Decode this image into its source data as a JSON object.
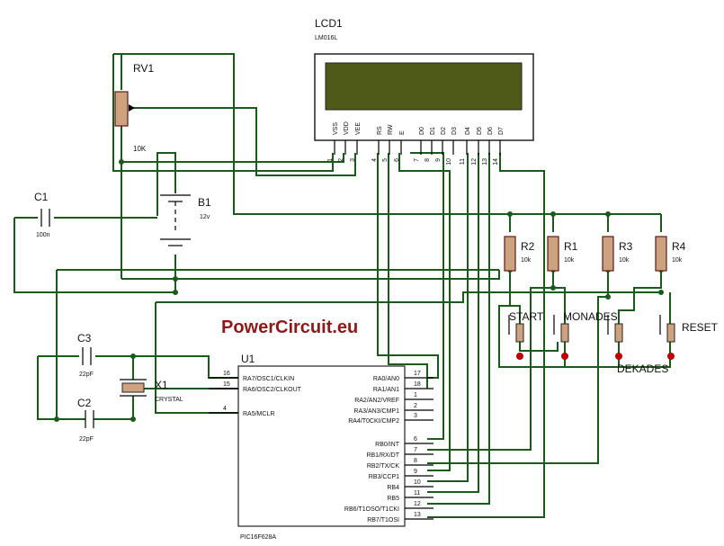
{
  "brand": "PowerCircuit.eu",
  "lcd": {
    "ref": "LCD1",
    "model": "LM016L",
    "pins": [
      {
        "name": "VSS",
        "num": "1"
      },
      {
        "name": "VDD",
        "num": "2"
      },
      {
        "name": "VEE",
        "num": "3"
      },
      {
        "name": "RS",
        "num": "4"
      },
      {
        "name": "RW",
        "num": "5"
      },
      {
        "name": "E",
        "num": "6"
      },
      {
        "name": "D0",
        "num": "7"
      },
      {
        "name": "D1",
        "num": "8"
      },
      {
        "name": "D2",
        "num": "9"
      },
      {
        "name": "D3",
        "num": "10"
      },
      {
        "name": "D4",
        "num": "11"
      },
      {
        "name": "D5",
        "num": "12"
      },
      {
        "name": "D6",
        "num": "13"
      },
      {
        "name": "D7",
        "num": "14"
      }
    ]
  },
  "rv1": {
    "ref": "RV1",
    "value": "10K"
  },
  "b1": {
    "ref": "B1",
    "value": "12v"
  },
  "c1": {
    "ref": "C1",
    "value": "100n"
  },
  "c2": {
    "ref": "C2",
    "value": "22pF"
  },
  "c3": {
    "ref": "C3",
    "value": "22pF"
  },
  "x1": {
    "ref": "X1",
    "value": "CRYSTAL"
  },
  "resistors": [
    {
      "ref": "R2",
      "value": "10k"
    },
    {
      "ref": "R1",
      "value": "10k"
    },
    {
      "ref": "R3",
      "value": "10k"
    },
    {
      "ref": "R4",
      "value": "10k"
    }
  ],
  "buttons": [
    "START",
    "MONADES",
    "DEKADES",
    "RESET"
  ],
  "mcu": {
    "ref": "U1",
    "model": "PIC16F628A",
    "left_pins": [
      {
        "name": "RA7/OSC1/CLKIN",
        "num": "16"
      },
      {
        "name": "RA6/OSC2/CLKOUT",
        "num": "15"
      },
      {
        "name": "RA5/MCLR",
        "num": "4"
      }
    ],
    "right_pins": [
      {
        "name": "RA0/AN0",
        "num": "17"
      },
      {
        "name": "RA1/AN1",
        "num": "18"
      },
      {
        "name": "RA2/AN2/VREF",
        "num": "1"
      },
      {
        "name": "RA3/AN3/CMP1",
        "num": "2"
      },
      {
        "name": "RA4/T0CKI/CMP2",
        "num": "3"
      },
      {
        "name": "RB0/INT",
        "num": "6"
      },
      {
        "name": "RB1/RX/DT",
        "num": "7"
      },
      {
        "name": "RB2/TX/CK",
        "num": "8"
      },
      {
        "name": "RB3/CCP1",
        "num": "9"
      },
      {
        "name": "RB4",
        "num": "10"
      },
      {
        "name": "RB5",
        "num": "11"
      },
      {
        "name": "RB6/T1OSO/T1CKI",
        "num": "12"
      },
      {
        "name": "RB7/T1OSI",
        "num": "13"
      }
    ]
  },
  "colors": {
    "wire": "#1a5a1a",
    "component_body": "#cda37f",
    "lcd_screen": "#4f5a19",
    "brand": "#8b1a1a",
    "button_dot": "#c00000"
  }
}
